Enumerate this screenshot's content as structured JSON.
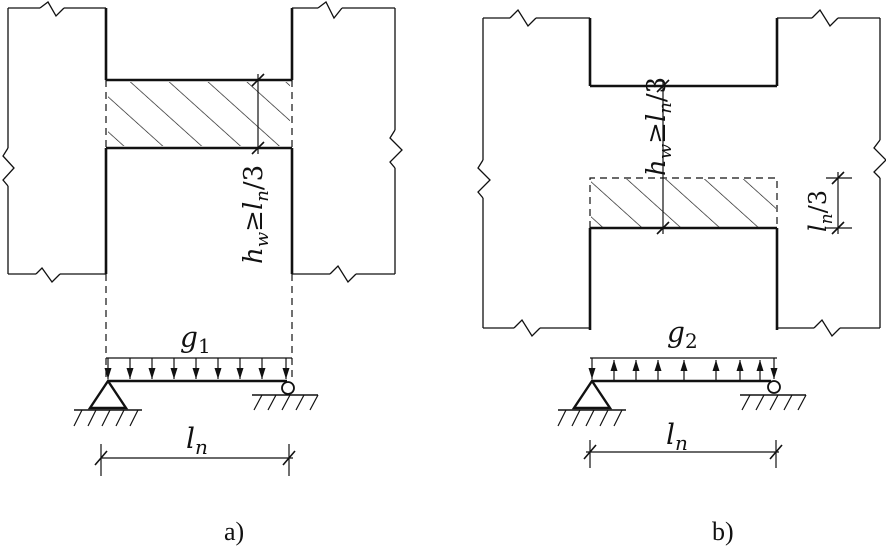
{
  "panel_a": {
    "caption": "a)",
    "load_label": {
      "main": "g",
      "sub": "1"
    },
    "span_label": {
      "main": "l",
      "sub": "n"
    },
    "height_label": {
      "h": "h",
      "hsub": "w",
      "rel": "≥",
      "l": "l",
      "lsub": "n",
      "frac": "/3"
    }
  },
  "panel_b": {
    "caption": "b)",
    "load_label": {
      "main": "g",
      "sub": "2"
    },
    "span_label": {
      "main": "l",
      "sub": "n"
    },
    "height_label": {
      "h": "h",
      "hsub": "w",
      "rel": "≥",
      "l": "l",
      "lsub": "n",
      "frac": "/3"
    },
    "third_label": {
      "l": "l",
      "lsub": "n",
      "frac": "/3"
    }
  },
  "colors": {
    "ink": "#111111",
    "background": "#ffffff"
  }
}
